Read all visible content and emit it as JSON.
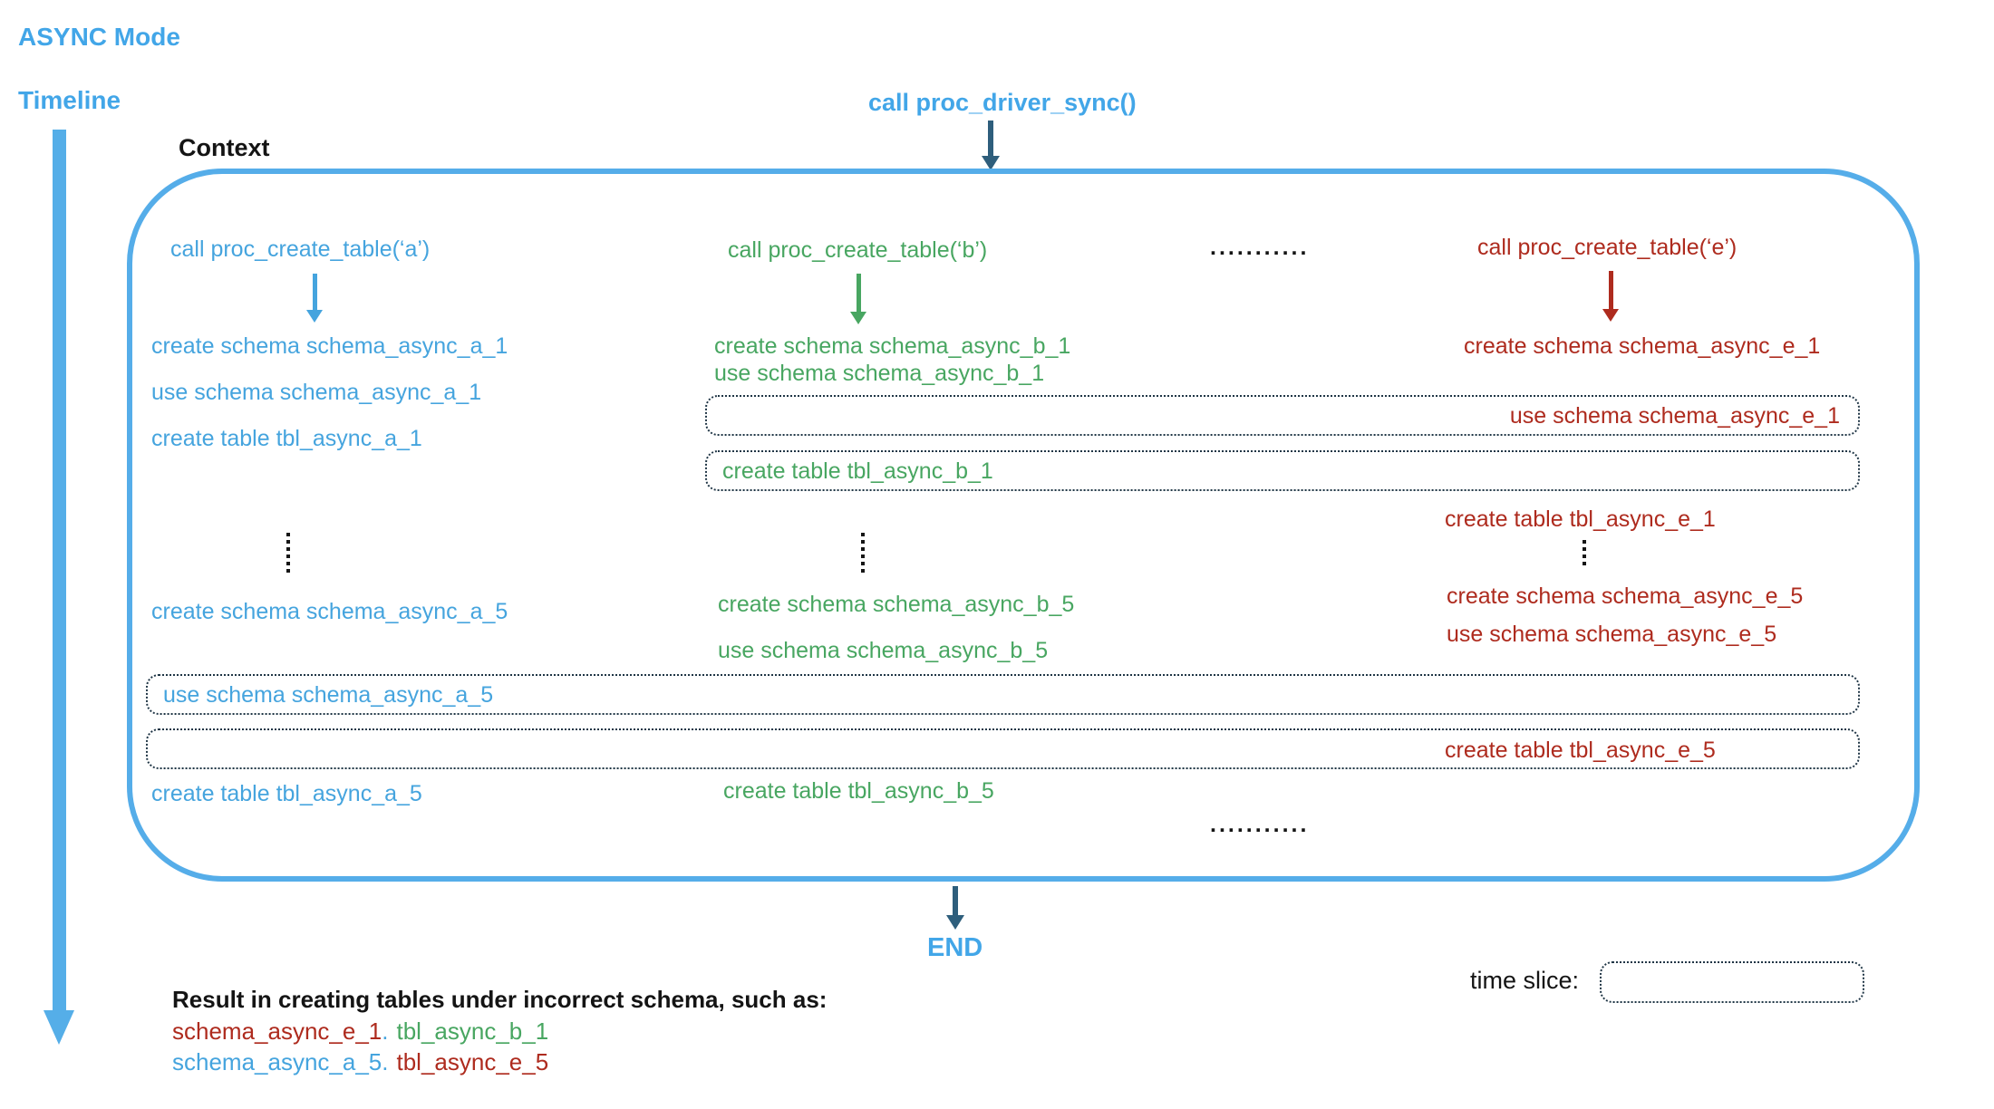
{
  "colors": {
    "accent_blue_text": "#45A4DE",
    "accent_blue_border": "#55ADE9",
    "bright_blue": "#42A6E8",
    "green": "#48A661",
    "dark_red": "#AE2B1E",
    "dark_slate_arrow": "#2E5E7C",
    "dotted_border": "#203646",
    "black_text": "#141414"
  },
  "header": {
    "title": "ASYNC Mode",
    "timeline": "Timeline",
    "context": "Context"
  },
  "driver": {
    "call": "call proc_driver_sync()",
    "end": "END"
  },
  "session_a": {
    "call": "call proc_create_table(‘a’)",
    "create_schema_1": "create schema schema_async_a_1",
    "use_schema_1": "use schema schema_async_a_1",
    "create_table_1": "create table tbl_async_a_1",
    "create_schema_5": "create schema schema_async_a_5",
    "use_schema_5": "use schema schema_async_a_5",
    "create_table_5": "create table tbl_async_a_5"
  },
  "session_b": {
    "call": "call proc_create_table(‘b’)",
    "create_schema_1": "create schema schema_async_b_1",
    "use_schema_1": "use schema schema_async_b_1",
    "create_table_1": "create table tbl_async_b_1",
    "create_schema_5": "create schema schema_async_b_5",
    "use_schema_5": "use schema schema_async_b_5",
    "create_table_5": "create table tbl_async_b_5"
  },
  "session_e": {
    "call": "call proc_create_table(‘e’)",
    "create_schema_1": "create schema schema_async_e_1",
    "use_schema_1": "use schema schema_async_e_1",
    "create_table_1": "create table tbl_async_e_1",
    "create_schema_5": "create schema schema_async_e_5",
    "use_schema_5": "use schema schema_async_e_5",
    "create_table_5": "create table tbl_async_e_5"
  },
  "ellipsis": {
    "top": "...........",
    "bottom": "..........."
  },
  "result": {
    "title": "Result in creating tables under incorrect schema, such as:",
    "examples": [
      {
        "schema": "schema_async_e_1",
        "dot": ".",
        "table": "tbl_async_b_1"
      },
      {
        "schema": "schema_async_a_5",
        "dot": ".",
        "table": "tbl_async_e_5"
      }
    ]
  },
  "time_slice": {
    "label": "time slice:"
  }
}
